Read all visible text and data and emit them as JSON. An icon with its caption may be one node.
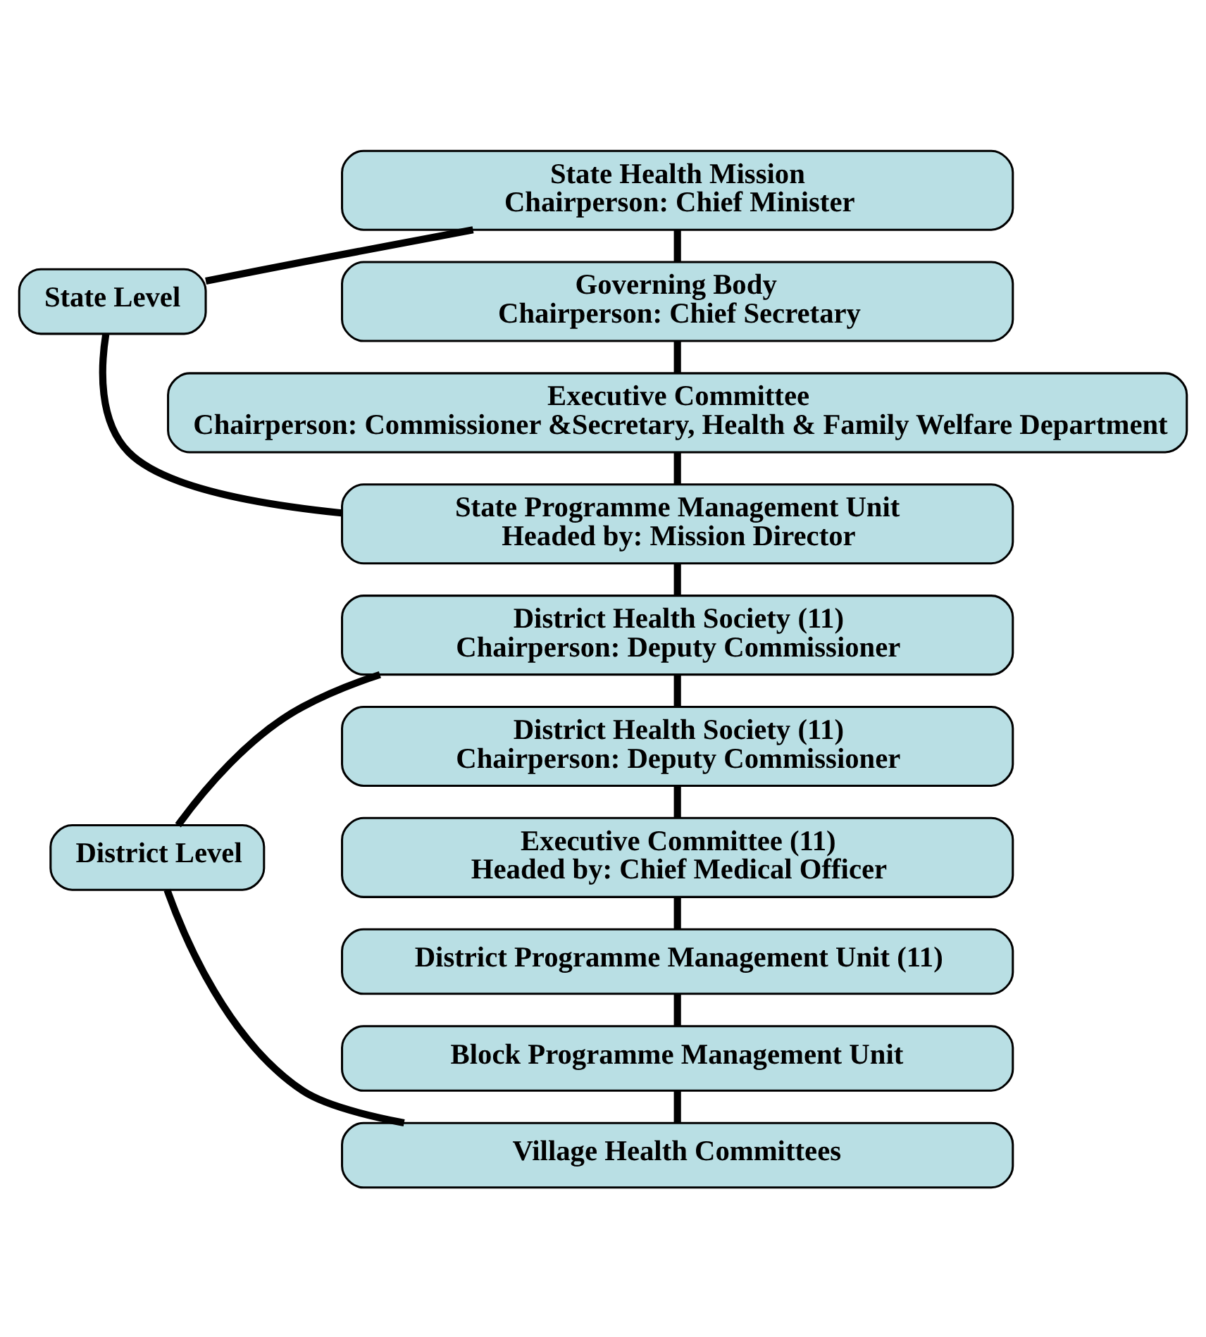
{
  "diagram": {
    "nodes": [
      {
        "text": [
          "State Level"
        ]
      },
      {
        "text": [
          "State Health Mission",
          "Chairperson: Chief Minister"
        ]
      },
      {
        "text": [
          "Governing Body",
          "Chairperson: Chief Secretary"
        ]
      },
      {
        "text": [
          "Executive Committee",
          "Chairperson: Commissioner &Secretary, Health & Family Welfare Department"
        ]
      },
      {
        "text": [
          "State Programme Management Unit",
          "Headed by: Mission Director"
        ]
      },
      {
        "text": [
          "District Level"
        ]
      },
      {
        "text": [
          "District Health Society (11)",
          "Chairperson: Deputy Commissioner"
        ]
      },
      {
        "text": [
          "District Health Society (11)",
          "Chairperson: Deputy Commissioner"
        ]
      },
      {
        "text": [
          "Executive Committee (11)",
          "Headed by: Chief Medical Officer"
        ]
      },
      {
        "text": [
          "District Programme Management Unit (11)"
        ]
      },
      {
        "text": [
          "Block Programme Management Unit"
        ]
      },
      {
        "text": [
          "Village Health Committees"
        ]
      }
    ],
    "edges": [
      {
        "from": 0,
        "to": 1,
        "arrow": "none"
      },
      {
        "from": 0,
        "to": 4,
        "arrow": "none"
      },
      {
        "from": 1,
        "to": 2,
        "arrow": "none"
      },
      {
        "from": 2,
        "to": 3,
        "arrow": "none"
      },
      {
        "from": 3,
        "to": 4,
        "arrow": "none"
      },
      {
        "from": 4,
        "to": 6,
        "arrow": "none"
      },
      {
        "from": 6,
        "to": 7,
        "arrow": "none"
      },
      {
        "from": 7,
        "to": 8,
        "arrow": "none"
      },
      {
        "from": 8,
        "to": 9,
        "arrow": "none"
      },
      {
        "from": 9,
        "to": 10,
        "arrow": "none"
      },
      {
        "from": 10,
        "to": 11,
        "arrow": "none"
      },
      {
        "from": 5,
        "to": 6,
        "arrow": "none"
      },
      {
        "from": 5,
        "to": 11,
        "arrow": "none"
      }
    ]
  }
}
